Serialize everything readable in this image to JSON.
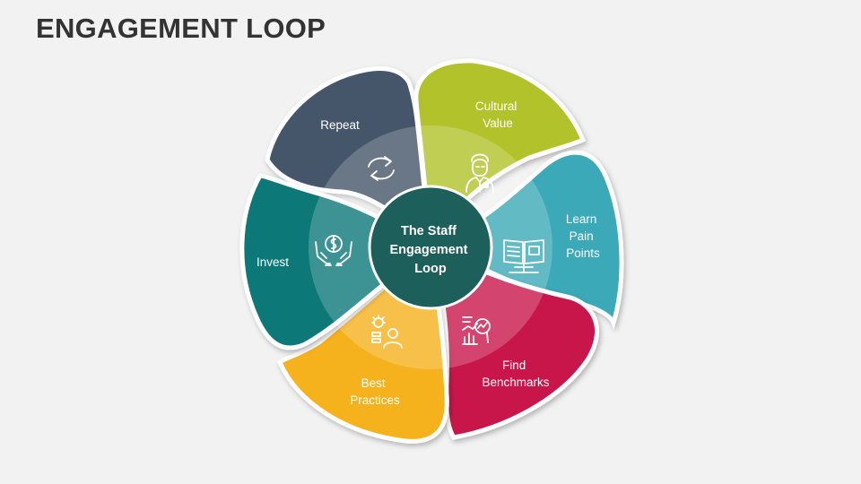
{
  "page": {
    "title": "ENGAGEMENT LOOP"
  },
  "diagram": {
    "center": {
      "line1": "The Staff",
      "line2": "Engagement",
      "line3": "Loop",
      "color": "#1d5f5b"
    },
    "segments": [
      {
        "key": "repeat",
        "line1": "Repeat",
        "line2": "",
        "line3": "",
        "icon": "refresh-icon",
        "color": "#44546a"
      },
      {
        "key": "cultural",
        "line1": "Cultural",
        "line2": "Value",
        "line3": "",
        "icon": "person-icon",
        "color": "#b2c229"
      },
      {
        "key": "learn",
        "line1": "Learn",
        "line2": "Pain",
        "line3": "Points",
        "icon": "book-icon",
        "color": "#3aa9b7"
      },
      {
        "key": "find",
        "line1": "Find",
        "line2": "Benchmarks",
        "line3": "",
        "icon": "chart-magnifier-icon",
        "color": "#c8174b"
      },
      {
        "key": "best",
        "line1": "Best",
        "line2": "Practices",
        "line3": "",
        "icon": "idea-person-icon",
        "color": "#f6b21e"
      },
      {
        "key": "invest",
        "line1": "Invest",
        "line2": "",
        "line3": "",
        "icon": "hands-coin-icon",
        "color": "#087878"
      }
    ]
  }
}
